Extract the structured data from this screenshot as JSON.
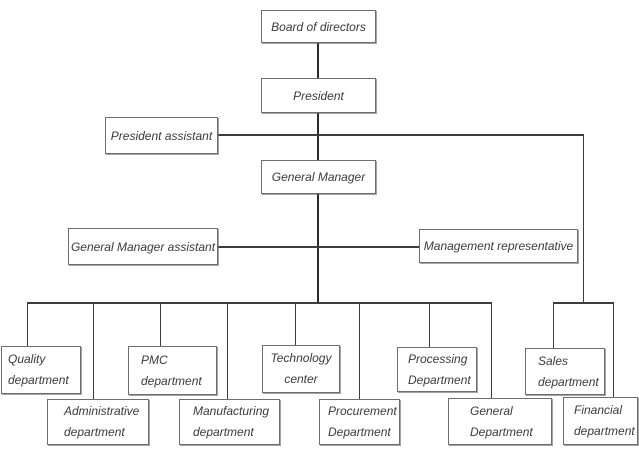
{
  "diagram": {
    "type": "org-chart",
    "background_color": "#ffffff",
    "box_border_color": "#6e6e6e",
    "line_color": "#3d3d3d",
    "text_color": "#3a3a3a",
    "nodes": {
      "board_of_directors": "Board of directors",
      "president": "President",
      "president_assistant": "President assistant",
      "general_manager": "General Manager",
      "general_manager_assistant": "General Manager assistant",
      "management_representative": "Management representative",
      "quality_department": "Quality department",
      "administrative_department": "Administrative department",
      "pmc_department": "PMC department",
      "manufacturing_department": "Manufacturing department",
      "technology_center": "Technology center",
      "procurement_department": "Procurement Department",
      "processing_department": "Processing Department",
      "general_department": "General Department",
      "sales_department": "Sales department",
      "financial_department": "Financial department"
    }
  }
}
